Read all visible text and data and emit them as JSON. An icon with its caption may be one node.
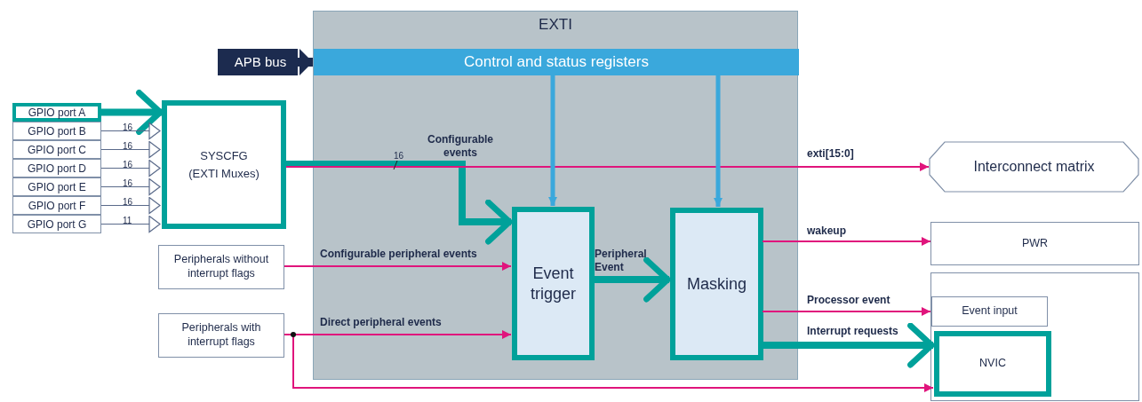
{
  "diagram": {
    "nodes": [
      {
        "text": [
          "EXTI"
        ]
      },
      {
        "text": [
          "Control and status registers"
        ],
        "in": 0
      },
      {
        "text": [
          "APB bus"
        ]
      },
      {
        "text": [
          "GPIO port A"
        ]
      },
      {
        "text": [
          "GPIO port B"
        ]
      },
      {
        "text": [
          "GPIO port C"
        ]
      },
      {
        "text": [
          "GPIO port D"
        ]
      },
      {
        "text": [
          "GPIO port E"
        ]
      },
      {
        "text": [
          "GPIO port F"
        ]
      },
      {
        "text": [
          "GPIO port G"
        ]
      },
      {
        "text": [
          "SYSCFG (EXTI Muxes)"
        ]
      },
      {
        "text": [
          "Peripherals without interrupt flags"
        ]
      },
      {
        "text": [
          "Peripherals with interrupt flags"
        ]
      },
      {
        "text": [
          "Event trigger"
        ],
        "in": 0
      },
      {
        "text": [
          "Masking"
        ],
        "in": 0
      },
      {
        "text": [
          "Interconnect matrix"
        ]
      },
      {
        "text": [
          "PWR"
        ]
      },
      {
        "text": [],
        "shape": "box"
      },
      {
        "text": [
          "Event input"
        ],
        "in": 17
      },
      {
        "text": [
          "NVIC"
        ],
        "in": 17
      }
    ],
    "edges": [
      {
        "from": 2,
        "to": 1,
        "arrow": "to",
        "style": "thick",
        "color": "#1c2b4f"
      },
      {
        "from": 3,
        "to": 10,
        "arrow": "to",
        "style": "thick",
        "color": "#00a19a"
      },
      {
        "from": 4,
        "to": 10,
        "arrow": "to",
        "label": "16",
        "color": "#5a6a8a"
      },
      {
        "from": 5,
        "to": 10,
        "arrow": "to",
        "label": "16",
        "color": "#5a6a8a"
      },
      {
        "from": 6,
        "to": 10,
        "arrow": "to",
        "label": "16",
        "color": "#5a6a8a"
      },
      {
        "from": 7,
        "to": 10,
        "arrow": "to",
        "label": "16",
        "color": "#5a6a8a"
      },
      {
        "from": 8,
        "to": 10,
        "arrow": "to",
        "label": "16",
        "color": "#5a6a8a"
      },
      {
        "from": 9,
        "to": 10,
        "arrow": "to",
        "label": "11",
        "color": "#5a6a8a"
      },
      {
        "from": 10,
        "to": 13,
        "arrow": "to",
        "label": "Configurable events",
        "style": "thick",
        "color": "#00a19a"
      },
      {
        "from": 10,
        "to": 15,
        "arrow": "to",
        "label": "exti[15:0]",
        "color": "#e0147c"
      },
      {
        "from": 1,
        "to": 13,
        "arrow": "to",
        "style": "thick",
        "color": "#3aa8dc"
      },
      {
        "from": 1,
        "to": 14,
        "arrow": "to",
        "style": "thick",
        "color": "#3aa8dc"
      },
      {
        "from": 11,
        "to": 13,
        "arrow": "to",
        "label": "Configurable peripheral events",
        "color": "#e0147c"
      },
      {
        "from": 12,
        "to": 13,
        "arrow": "to",
        "label": "Direct peripheral events",
        "color": "#e0147c"
      },
      {
        "from": 12,
        "to": 19,
        "arrow": "to",
        "color": "#e0147c"
      },
      {
        "from": 13,
        "to": 14,
        "arrow": "to",
        "label": "Peripheral Event",
        "style": "thick",
        "color": "#00a19a"
      },
      {
        "from": 14,
        "to": 16,
        "arrow": "to",
        "label": "wakeup",
        "color": "#e0147c"
      },
      {
        "from": 14,
        "to": 18,
        "arrow": "to",
        "label": "Processor event",
        "color": "#e0147c"
      },
      {
        "from": 14,
        "to": 19,
        "arrow": "to",
        "label": "Interrupt requests",
        "style": "thick",
        "color": "#00a19a"
      }
    ],
    "labels": [
      "16"
    ]
  }
}
